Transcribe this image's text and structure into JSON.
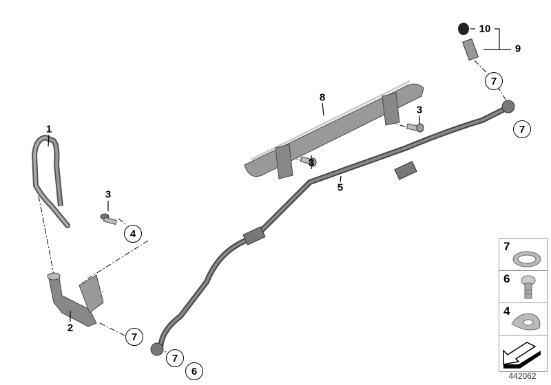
{
  "diagram_number": "442062",
  "callouts": {
    "part1": "1",
    "part2": "2",
    "part3_left": "3",
    "part3_mid": "3",
    "part3_right": "3",
    "part4": "4",
    "part5": "5",
    "part6": "6",
    "part7_top": "7",
    "part7_right": "7",
    "part7_bottom_left": "7",
    "part7_bottom": "7",
    "part8": "8",
    "part9": "9",
    "part10": "10"
  },
  "legend": [
    {
      "number": "7",
      "icon": "sealing-ring-icon"
    },
    {
      "number": "6",
      "icon": "banjo-bolt-icon"
    },
    {
      "number": "4",
      "icon": "washer-icon"
    },
    {
      "number": "",
      "icon": "direction-arrow-icon"
    }
  ]
}
